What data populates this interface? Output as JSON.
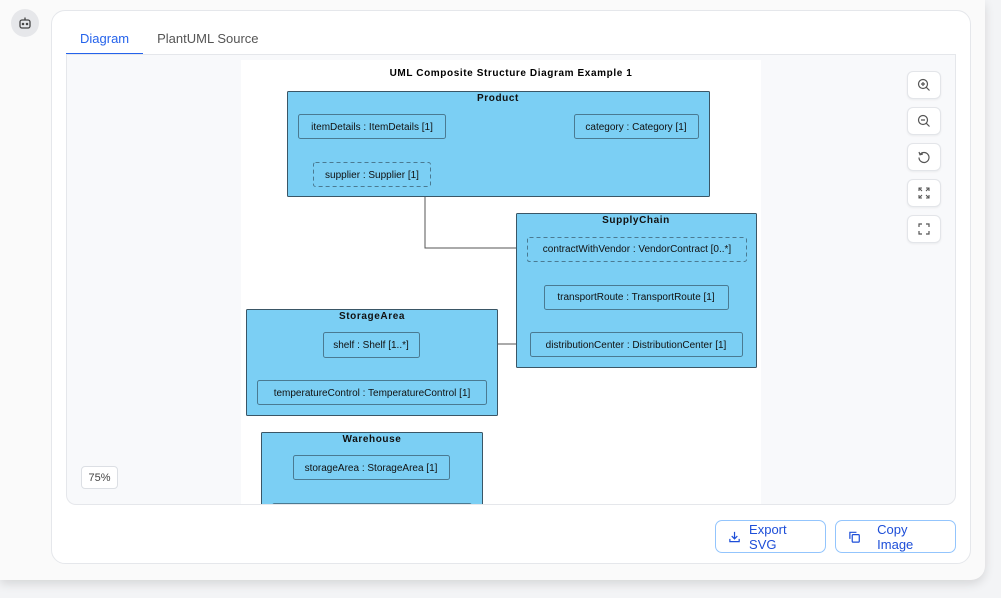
{
  "tabs": [
    {
      "label": "Diagram",
      "active": true
    },
    {
      "label": "PlantUML Source",
      "active": false
    }
  ],
  "viewer": {
    "zoom_level": "75%",
    "controls": [
      "zoom-in-icon",
      "zoom-out-icon",
      "reset-icon",
      "fit-icon",
      "fullscreen-icon"
    ]
  },
  "diagram": {
    "title": "UML Composite Structure Diagram Example 1",
    "fill_color": "#7bcff4",
    "classes": [
      {
        "name": "Product",
        "parts": [
          "itemDetails : ItemDetails [1]",
          "category : Category [1]",
          "supplier : Supplier [1]"
        ]
      },
      {
        "name": "SupplyChain",
        "parts": [
          "contractWithVendor : VendorContract [0..*]",
          "transportRoute : TransportRoute [1]",
          "distributionCenter : DistributionCenter [1]"
        ]
      },
      {
        "name": "StorageArea",
        "parts": [
          "shelf : Shelf [1..*]",
          "temperatureControl : TemperatureControl [1]"
        ]
      },
      {
        "name": "Warehouse",
        "parts": [
          "storageArea : StorageArea [1]"
        ]
      }
    ]
  },
  "actions": {
    "export_svg": "Export SVG",
    "copy_image": "Copy Image"
  },
  "accent": "#2563eb"
}
